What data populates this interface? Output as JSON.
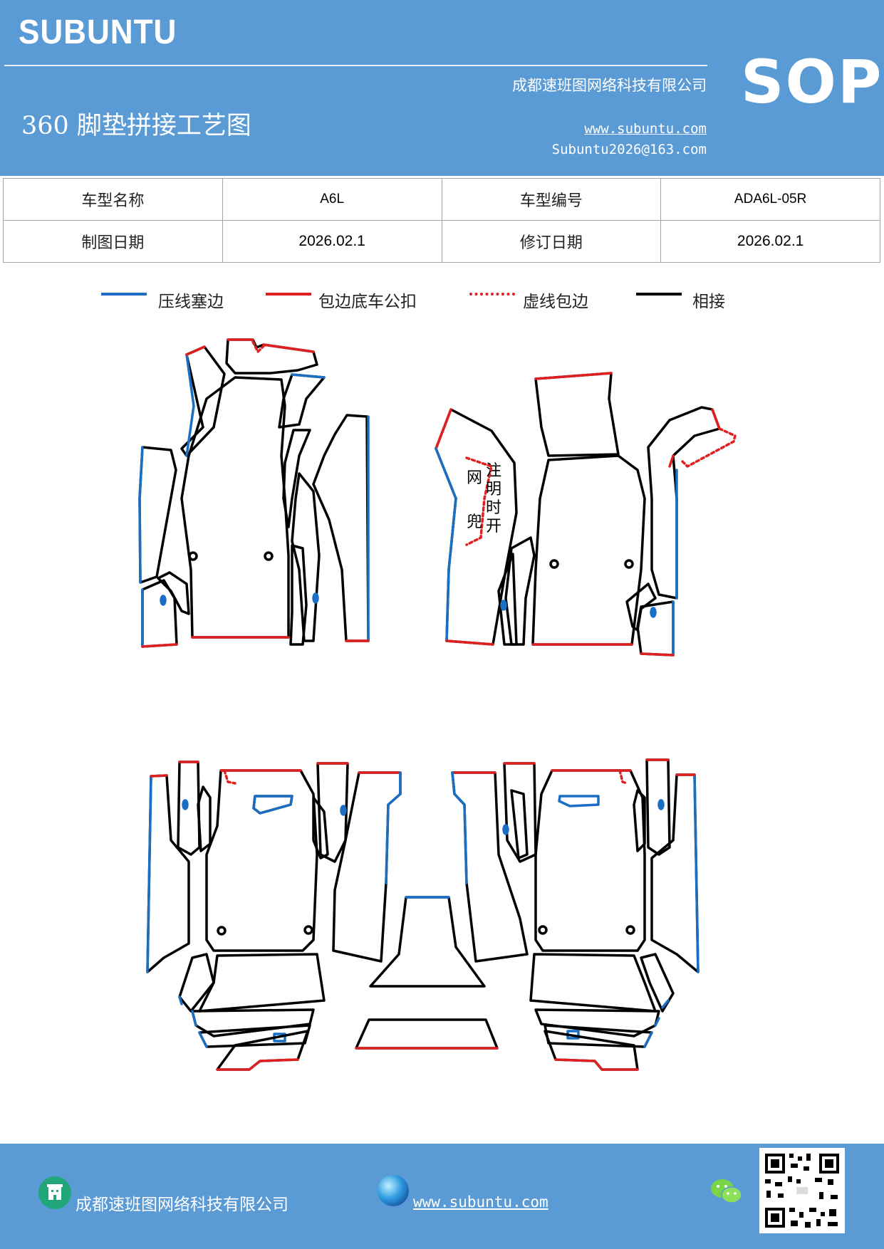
{
  "header": {
    "brand": "SUBUNTU",
    "sop": "SOP",
    "company": "成都速班图网络科技有限公司",
    "title": "360 脚垫拼接工艺图",
    "website": "www.subuntu.com",
    "email": "Subuntu2026@163.com"
  },
  "info": {
    "model_name_label": "车型名称",
    "model_name": "A6L",
    "model_code_label": "车型编号",
    "model_code": "ADA6L-05R",
    "draw_date_label": "制图日期",
    "draw_date": "2026.02.1",
    "revise_date_label": "修订日期",
    "revise_date": "2026.02.1"
  },
  "legend": [
    {
      "label": "压线塞边",
      "color": "#1a6fc4",
      "style": "solid"
    },
    {
      "label": "包边底车公扣",
      "color": "#e02020",
      "style": "solid"
    },
    {
      "label": "虚线包边",
      "color": "#e02020",
      "style": "dotted"
    },
    {
      "label": "相接",
      "color": "#000000",
      "style": "solid"
    }
  ],
  "diagram": {
    "note_left": "网兜",
    "note_right": "注明时开"
  },
  "footer": {
    "company": "成都速班图网络科技有限公司",
    "website": "www.subuntu.com",
    "company_icon": "building-icon",
    "website_icon": "globe-icon",
    "wechat_icon": "wechat-icon"
  }
}
